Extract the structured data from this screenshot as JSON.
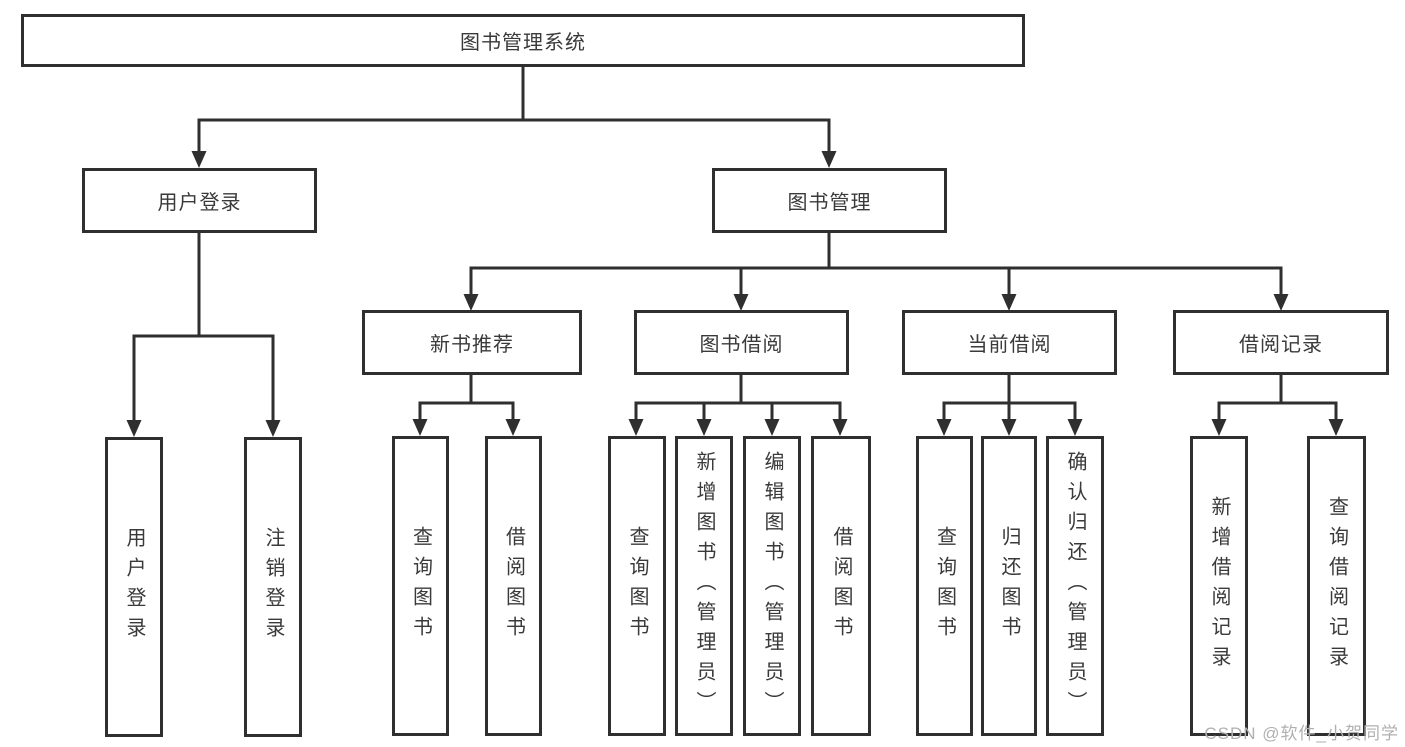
{
  "tree": {
    "root": "图书管理系统",
    "branches": [
      {
        "label": "用户登录",
        "leaves": [
          "用户登录",
          "注销登录"
        ]
      },
      {
        "label": "图书管理",
        "groups": [
          {
            "label": "新书推荐",
            "leaves": [
              "查询图书",
              "借阅图书"
            ]
          },
          {
            "label": "图书借阅",
            "leaves": [
              "查询图书",
              "新增图书（管理员）",
              "编辑图书（管理员）",
              "借阅图书"
            ]
          },
          {
            "label": "当前借阅",
            "leaves": [
              "查询图书",
              "归还图书",
              "确认归还（管理员）"
            ]
          },
          {
            "label": "借阅记录",
            "leaves": [
              "新增借阅记录",
              "查询借阅记录"
            ]
          }
        ]
      }
    ]
  },
  "watermark": "CSDN @软件_小贺同学",
  "colors": {
    "line": "#2f2f2f",
    "text": "#3a3a3a",
    "watermark": "#b0b0b0",
    "background": "#ffffff"
  }
}
